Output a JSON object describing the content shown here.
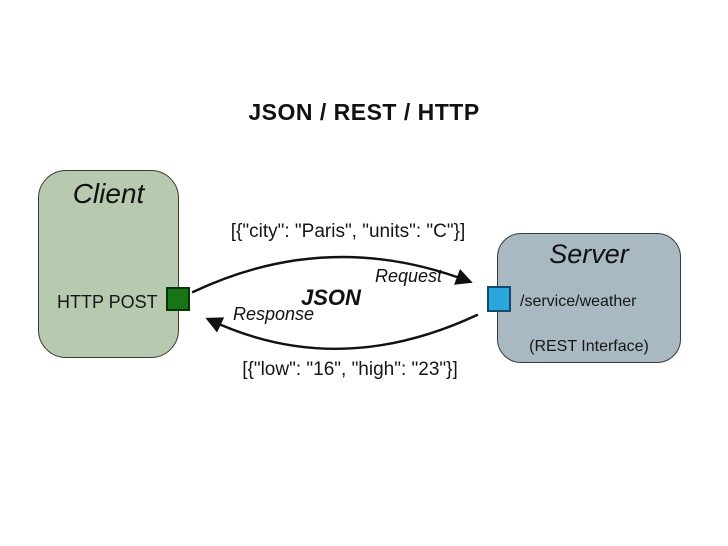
{
  "title": "JSON / REST / HTTP",
  "client": {
    "label": "Client",
    "protocol": "HTTP POST"
  },
  "server": {
    "label": "Server",
    "endpoint": "/service/weather",
    "interface_note": "(REST Interface)"
  },
  "request": {
    "payload": "[{\"city\": \"Paris\", \"units\": \"C\"}]",
    "label": "Request"
  },
  "response": {
    "payload": "[{\"low\": \"16\", \"high\": \"23\"}]",
    "label": "Response"
  },
  "format_label": "JSON",
  "colors": {
    "client_fill": "#b7cab0",
    "server_fill": "#a9b9c1",
    "client_port": "#177517",
    "server_port": "#29a7da",
    "arrow": "#111111"
  }
}
